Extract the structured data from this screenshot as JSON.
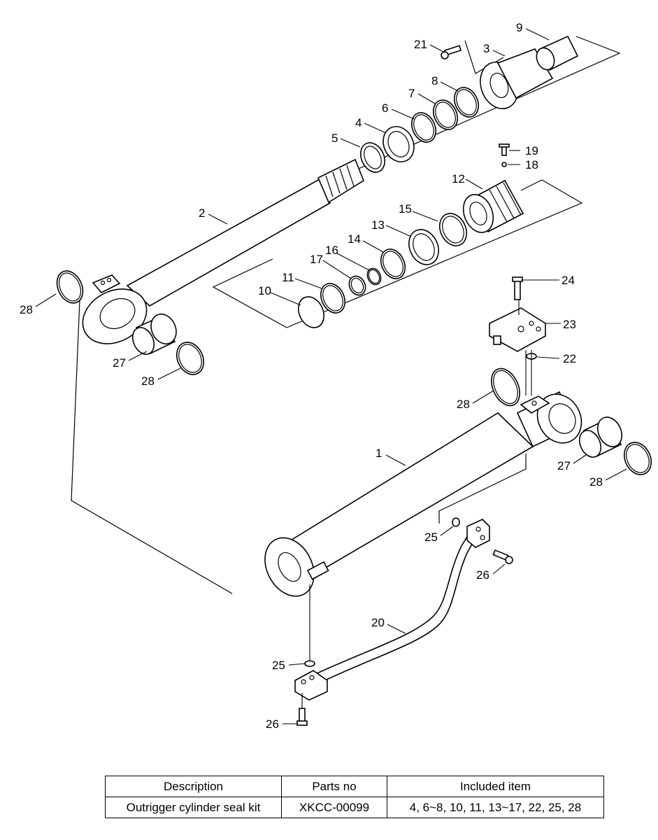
{
  "callouts": {
    "c1": "1",
    "c2": "2",
    "c3": "3",
    "c4": "4",
    "c5": "5",
    "c6": "6",
    "c7": "7",
    "c8": "8",
    "c9": "9",
    "c10": "10",
    "c11": "11",
    "c12": "12",
    "c13": "13",
    "c14": "14",
    "c15": "15",
    "c16": "16",
    "c17": "17",
    "c18": "18",
    "c19": "19",
    "c20": "20",
    "c21": "21",
    "c22": "22",
    "c23": "23",
    "c24": "24",
    "c25a": "25",
    "c25b": "25",
    "c26a": "26",
    "c26b": "26",
    "c27a": "27",
    "c27b": "27",
    "c28a": "28",
    "c28b": "28",
    "c28c": "28",
    "c28d": "28"
  },
  "table": {
    "headers": [
      "Description",
      "Parts no",
      "Included item"
    ],
    "row": [
      "Outrigger cylinder seal kit",
      "XKCC-00099",
      "4, 6~8, 10, 11, 13~17, 22, 25, 28"
    ]
  }
}
